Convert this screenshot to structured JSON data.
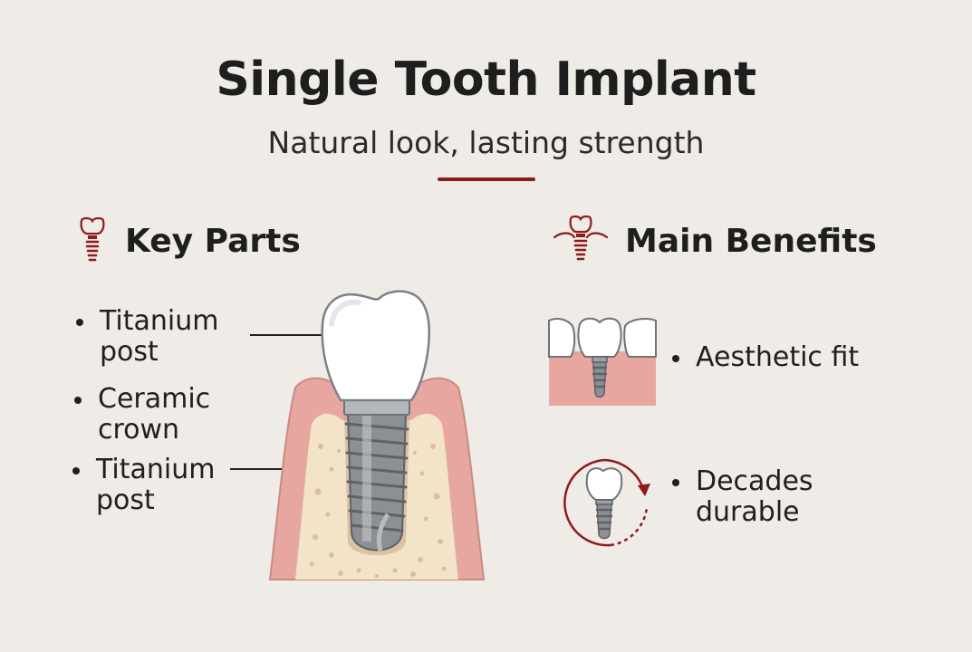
{
  "header": {
    "title": "Single Tooth Implant",
    "subtitle": "Natural look, lasting strength",
    "accent_color": "#8e1b1b"
  },
  "key_parts": {
    "heading": "Key Parts",
    "icon": "implant-icon",
    "items": [
      {
        "label": "Titanium\npost"
      },
      {
        "label": "Ceramic\ncrown"
      },
      {
        "label": "Titanium\npost"
      }
    ]
  },
  "benefits": {
    "heading": "Main Benefits",
    "icon": "implant-in-gum-icon",
    "items": [
      {
        "label": "Aesthetic fit",
        "icon": "teeth-row-implant-icon"
      },
      {
        "label": "Decades\ndurable",
        "icon": "implant-cycle-icon"
      }
    ]
  },
  "colors": {
    "background": "#efebe6",
    "gum": "#e7a7a0",
    "bone": "#f2e3c9",
    "crown": "#ffffff",
    "metal": "#8c8f93"
  }
}
